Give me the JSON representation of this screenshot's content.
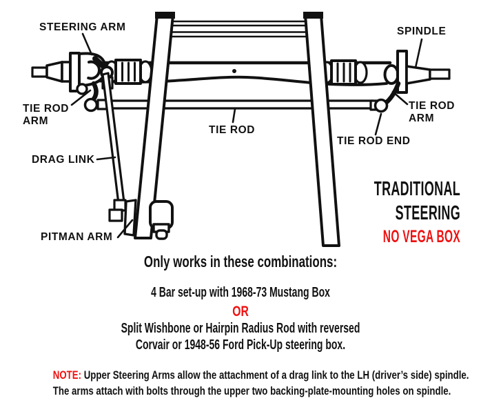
{
  "colors": {
    "ink": "#111111",
    "red": "#ee1111",
    "background": "#ffffff"
  },
  "diagram": {
    "labels": {
      "steering_arm": "STEERING ARM",
      "spindle": "SPINDLE",
      "tie_rod_arm_left_line1": "TIE ROD",
      "tie_rod_arm_left_line2": "ARM",
      "drag_link": "DRAG LINK",
      "pitman_arm": "PITMAN ARM",
      "tie_rod": "TIE ROD",
      "tie_rod_end": "TIE ROD END",
      "tie_rod_arm_right_line1": "TIE ROD",
      "tie_rod_arm_right_line2": "ARM"
    }
  },
  "headline": {
    "line1": "TRADITIONAL",
    "line2": "STEERING",
    "line3": "NO VEGA BOX"
  },
  "combinations": {
    "heading": "Only works in these combinations:",
    "option1": "4 Bar set-up with 1968-73 Mustang Box",
    "separator": "OR",
    "option2_line1": "Split Wishbone or Hairpin Radius Rod with reversed",
    "option2_line2": "Corvair or 1948-56 Ford Pick-Up steering box."
  },
  "note": {
    "prefix": "NOTE:",
    "line1_rest": " Upper Steering Arms allow the attachment of a drag link to the LH (driver’s side) spindle.",
    "line2": "The arms attach with bolts through the upper two backing-plate-mounting holes on spindle."
  }
}
